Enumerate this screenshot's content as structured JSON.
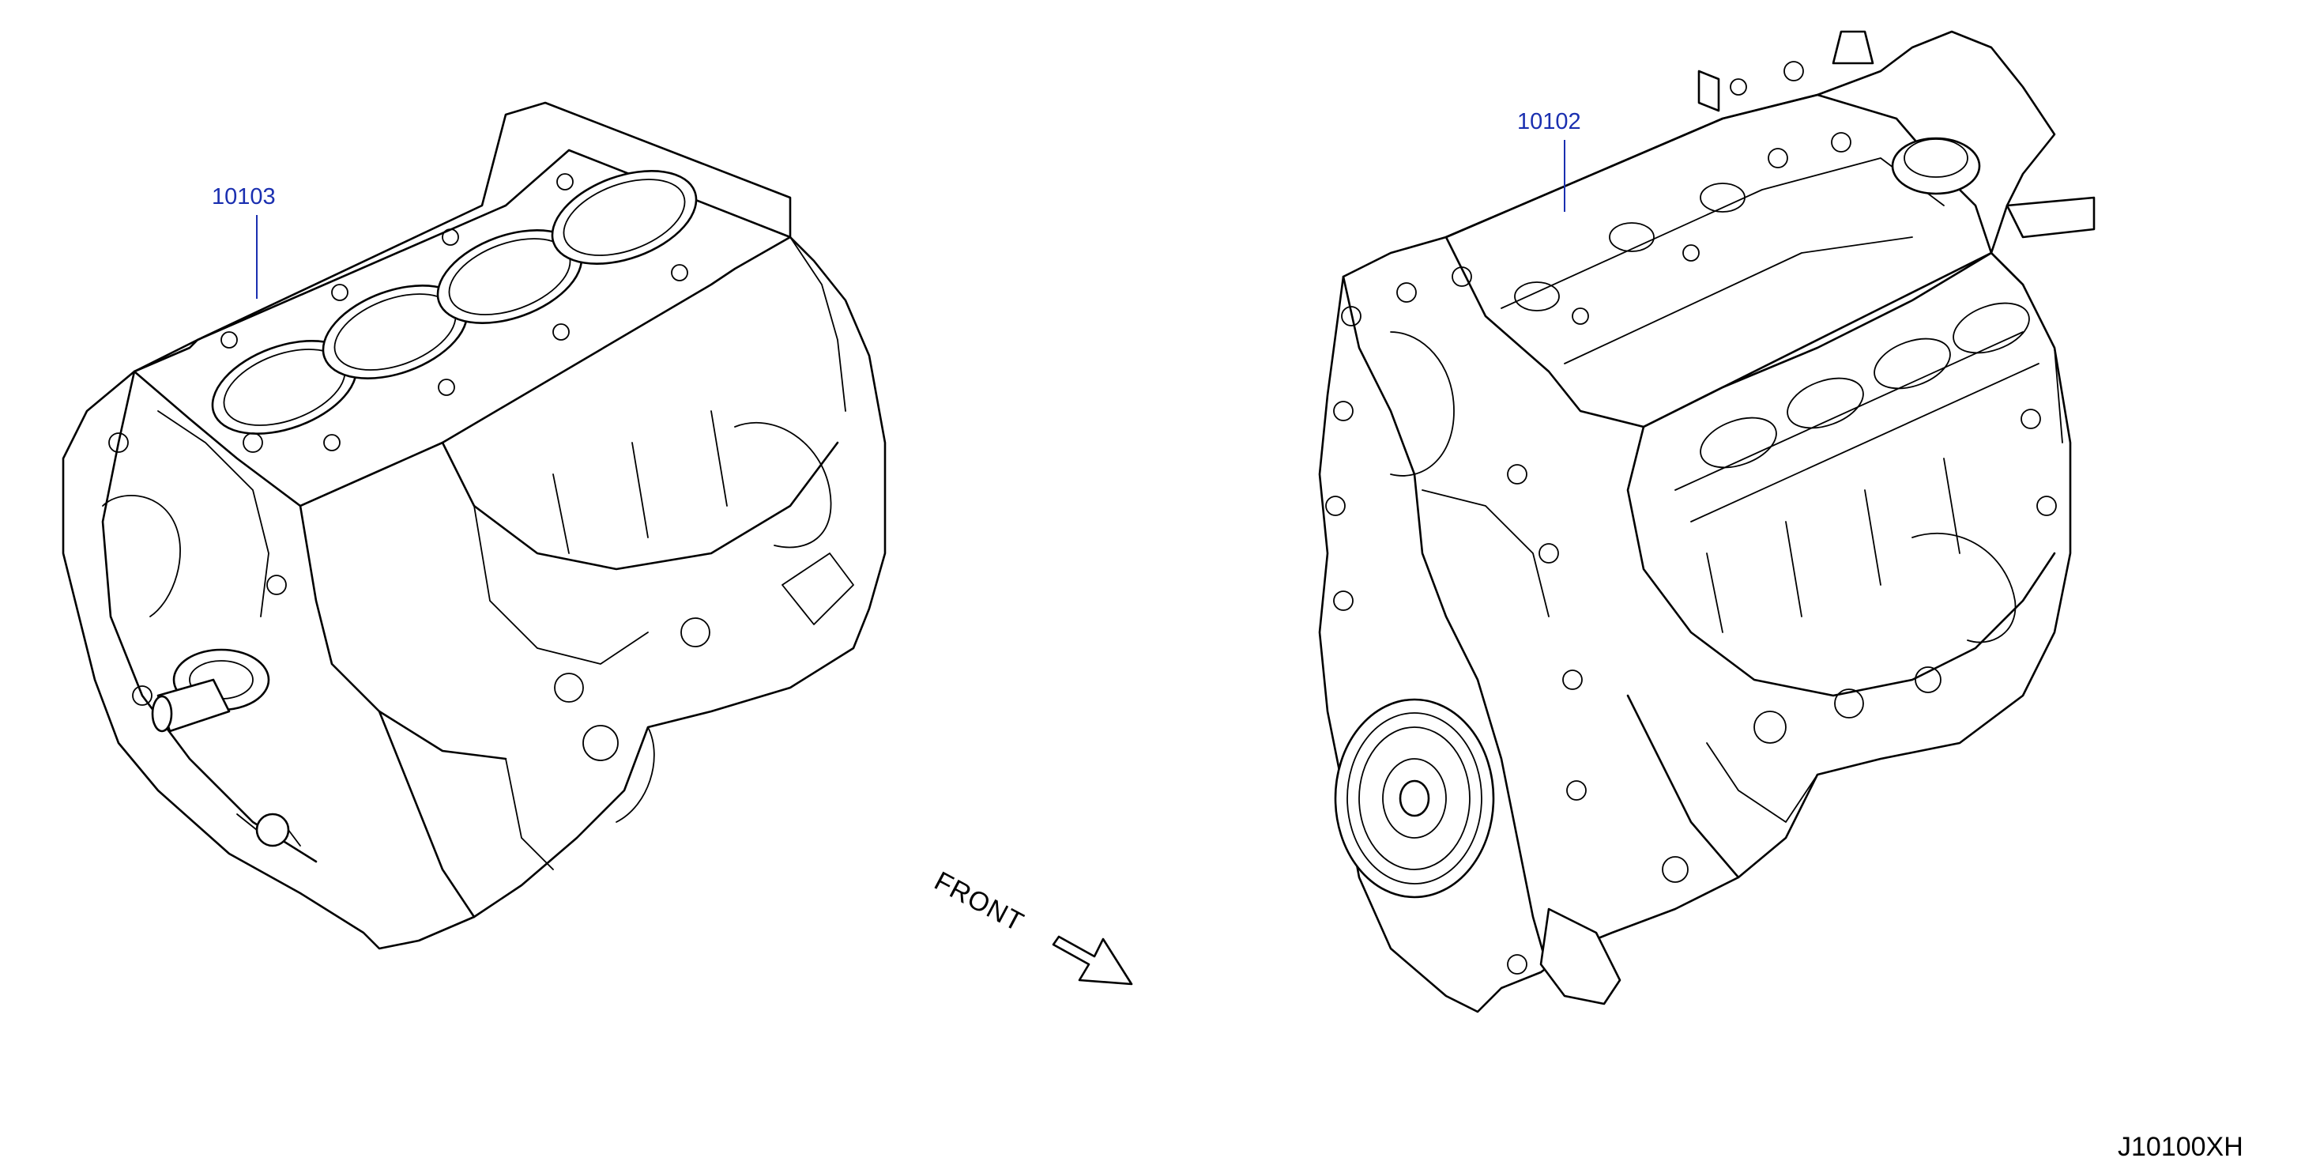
{
  "parts": [
    {
      "number": "10103",
      "description_visible": ""
    },
    {
      "number": "10102",
      "description_visible": ""
    }
  ],
  "direction_indicator": {
    "label": "FRONT"
  },
  "diagram_code": "J10100XH",
  "colors": {
    "callout": "#1a2fb0",
    "line_art": "#000000",
    "background": "#ffffff"
  }
}
